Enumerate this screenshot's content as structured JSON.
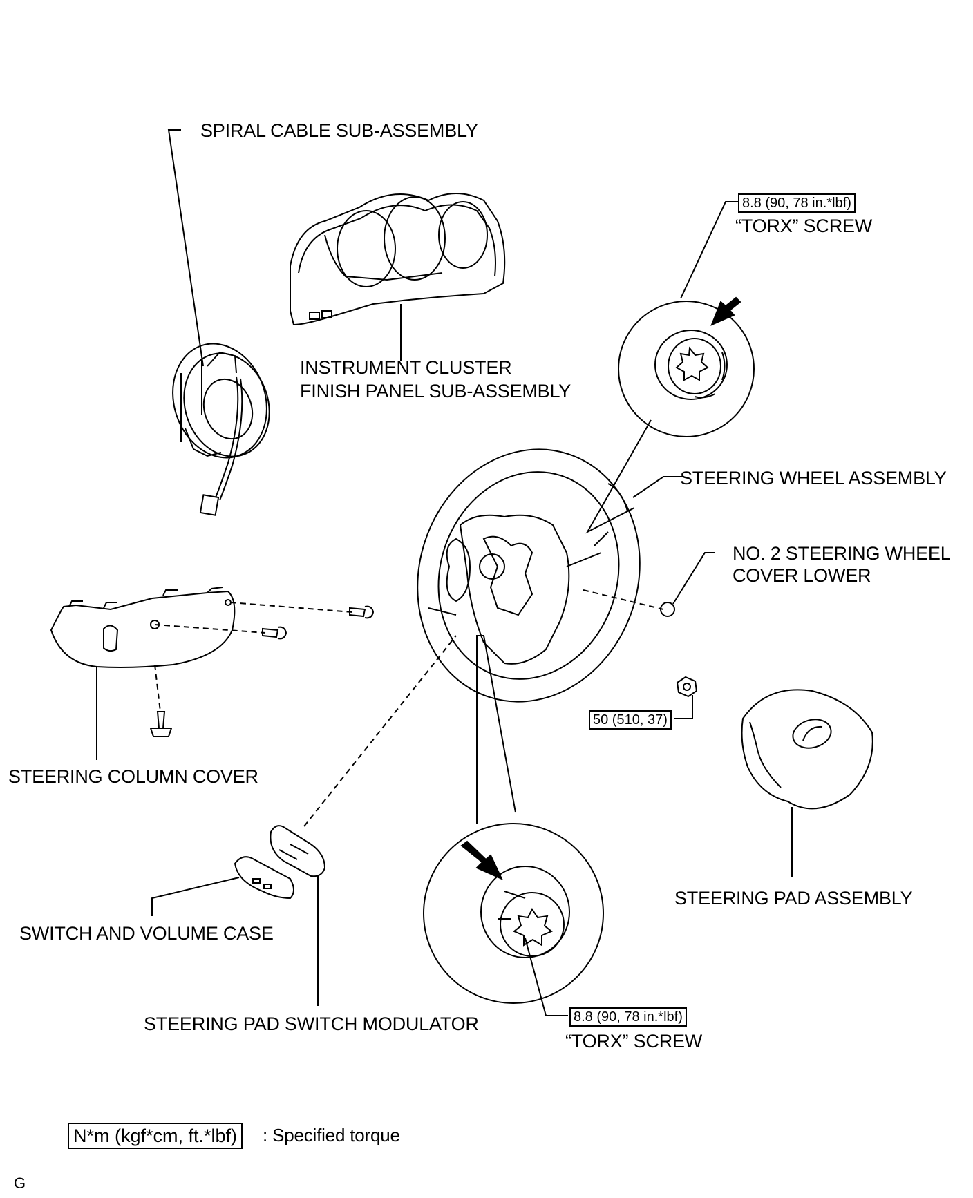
{
  "labels": {
    "spiral_cable": "SPIRAL CABLE SUB-ASSEMBLY",
    "instrument_cluster_line1": "INSTRUMENT CLUSTER",
    "instrument_cluster_line2": "FINISH PANEL SUB-ASSEMBLY",
    "steering_wheel": "STEERING WHEEL ASSEMBLY",
    "cover_lower_line1": "NO. 2 STEERING WHEEL",
    "cover_lower_line2": "COVER LOWER",
    "column_cover": "STEERING COLUMN COVER",
    "switch_volume_case": "SWITCH AND VOLUME CASE",
    "pad_switch_modulator": "STEERING PAD SWITCH MODULATOR",
    "steering_pad": "STEERING PAD ASSEMBLY",
    "torx_top": "“TORX” SCREW",
    "torx_bottom": "“TORX” SCREW"
  },
  "torque": {
    "torx_top": "8.8 (90, 78 in.*lbf)",
    "torx_bottom": "8.8 (90, 78 in.*lbf)",
    "nut": "50 (510, 37)"
  },
  "legend": {
    "box": "N*m (kgf*cm, ft.*lbf)",
    "text": ": Specified torque"
  },
  "figure_code": "G"
}
